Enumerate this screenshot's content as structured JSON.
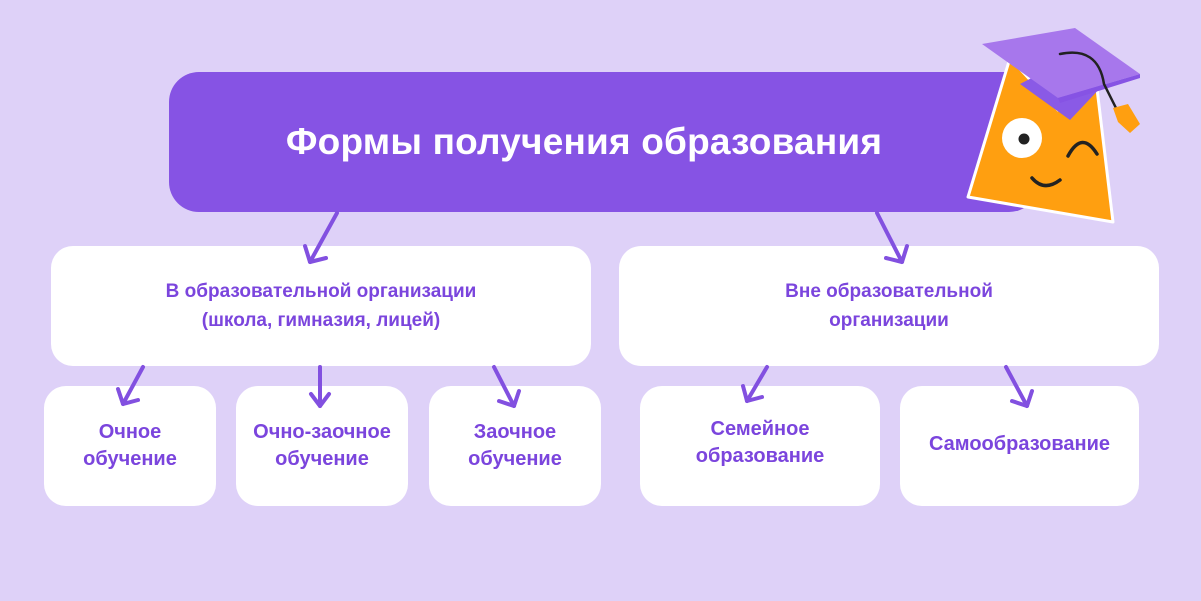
{
  "title": "Формы получения образования",
  "groups": [
    {
      "label": "В образовательной организации\n(школа, гимназия, лицей)"
    },
    {
      "label": "Вне образовательной\nорганизации"
    }
  ],
  "leaves": [
    {
      "label": "Очное\nобучение"
    },
    {
      "label": "Очно-заочное\nобучение"
    },
    {
      "label": "Заочное\nобучение"
    },
    {
      "label": "Семейное\nобразование"
    },
    {
      "label": "Самообразование"
    }
  ],
  "colors": {
    "background": "#ded1f8",
    "title_box": "#8653e4",
    "accent_text": "#7b45dd",
    "arrow": "#8250e0",
    "mascot_body": "#ff9f10",
    "cap": "#a777ec"
  },
  "mascot": {
    "icon": "owl-mascot-icon"
  }
}
